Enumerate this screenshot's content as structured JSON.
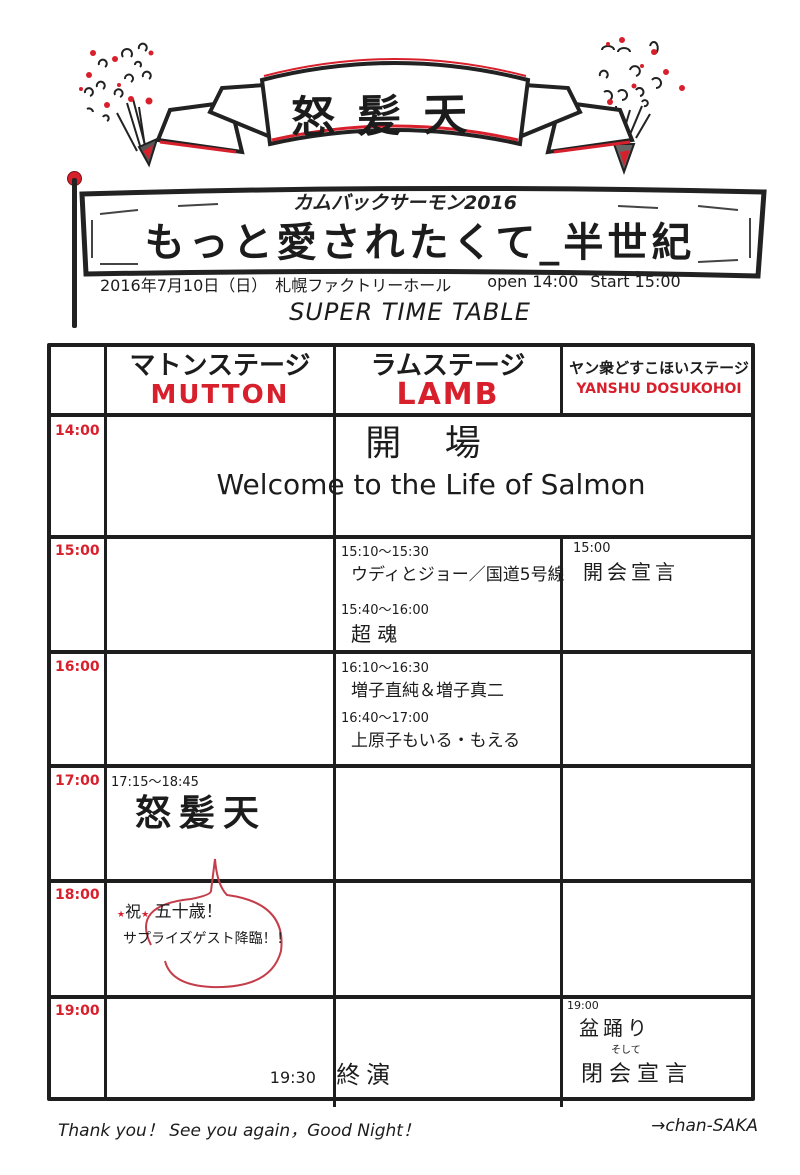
{
  "header": {
    "band_name": "怒髪天",
    "subtitle": "カムバックサーモン2016",
    "main_title": "もっと愛されたくて_半世紀",
    "date": "2016年7月10日（日）",
    "venue": "札幌ファクトリーホール",
    "open": "open 14:00",
    "start": "Start 15:00",
    "table_label": "SUPER TIME TABLE"
  },
  "colors": {
    "accent_red": "#d8202c",
    "ink": "#1c1c1c",
    "paper": "#ffffff"
  },
  "stages": [
    {
      "label_jp": "マトンステージ",
      "label_en": "MUTTON"
    },
    {
      "label_jp": "ラムステージ",
      "label_en": "LAMB"
    },
    {
      "label_jp": "ヤン衆どすこほいステージ",
      "label_en": "YANSHU DOSUKOHOI"
    }
  ],
  "times": [
    "14:00",
    "15:00",
    "16:00",
    "17:00",
    "18:00",
    "19:00"
  ],
  "rows": {
    "r1400": {
      "title": "開 場",
      "subtitle": "Welcome to the Life of Salmon"
    },
    "r1500": {
      "lamb": [
        {
          "time": "15:10〜15:30",
          "name": "ウディとジョー／国道5号線"
        },
        {
          "time": "15:40〜16:00",
          "name": "超 魂"
        }
      ],
      "yanshu": {
        "time": "15:00",
        "name": "開会宣言"
      }
    },
    "r1600": {
      "lamb": [
        {
          "time": "16:10〜16:30",
          "name": "増子直純＆増子真二"
        },
        {
          "time": "16:40〜17:00",
          "name": "上原子もいる・もえる"
        }
      ]
    },
    "r1700": {
      "mutton": {
        "time": "17:15〜18:45",
        "name": "怒髪天"
      }
    },
    "r1800": {
      "bubble_line1_prefix": "祝",
      "bubble_line1": "五十歳！",
      "bubble_line2": "サプライズゲスト降臨！！"
    },
    "r1900": {
      "end_time": "19:30",
      "end_label": "終演",
      "yanshu": {
        "time": "19:00",
        "name1": "盆踊り",
        "connector": "そして",
        "name2": "閉会宣言"
      }
    }
  },
  "footer": {
    "message": "Thank you！ See you again，Good Night！",
    "signature": "→chan-SAKA"
  }
}
